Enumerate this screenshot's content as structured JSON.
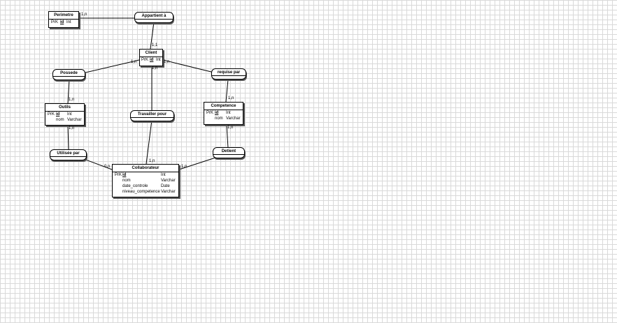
{
  "entities": {
    "perimetre": {
      "title": "Perimetre",
      "rows": [
        {
          "key": "PrK",
          "name": "id",
          "type": "Int"
        }
      ]
    },
    "client": {
      "title": "Client",
      "rows": [
        {
          "key": "PrK",
          "name": "id",
          "type": "Int"
        }
      ]
    },
    "outils": {
      "title": "Outils",
      "rows": [
        {
          "key": "PrK",
          "name": "id",
          "type": "Int"
        },
        {
          "key": "",
          "name": "nom",
          "type": "Varchar"
        }
      ]
    },
    "competence": {
      "title": "Competence",
      "rows": [
        {
          "key": "PrK",
          "name": "id",
          "type": "Int"
        },
        {
          "key": "",
          "name": "nom",
          "type": "Varchar"
        }
      ]
    },
    "collaborateur": {
      "title": "Collaborateur",
      "rows": [
        {
          "key": "PrK",
          "name": "id",
          "type": "Int"
        },
        {
          "key": "",
          "name": "nom",
          "type": "Varchar"
        },
        {
          "key": "",
          "name": "date_controle",
          "type": "Date"
        },
        {
          "key": "",
          "name": "niveau_competence",
          "type": "Varchar"
        }
      ]
    }
  },
  "associations": {
    "appartient": "Appartient à",
    "possede": "Possede",
    "requise": "requise par",
    "travailler": "Travailler pour",
    "utilisee": "Utilisée par",
    "detient": "Detient"
  },
  "cardinalities": {
    "perimetre_appartient": "1,n",
    "client_appartient": "1,1",
    "client_possede": "1,n",
    "client_requise": "1,n",
    "client_travailler": "1,n",
    "outils_possede": "1,n",
    "outils_utilisee": "1,n",
    "competence_requise": "1,n",
    "competence_detient": "1,n",
    "collab_utilisee": "0,n",
    "collab_travailler": "1,n",
    "collab_detient": "1,n"
  }
}
